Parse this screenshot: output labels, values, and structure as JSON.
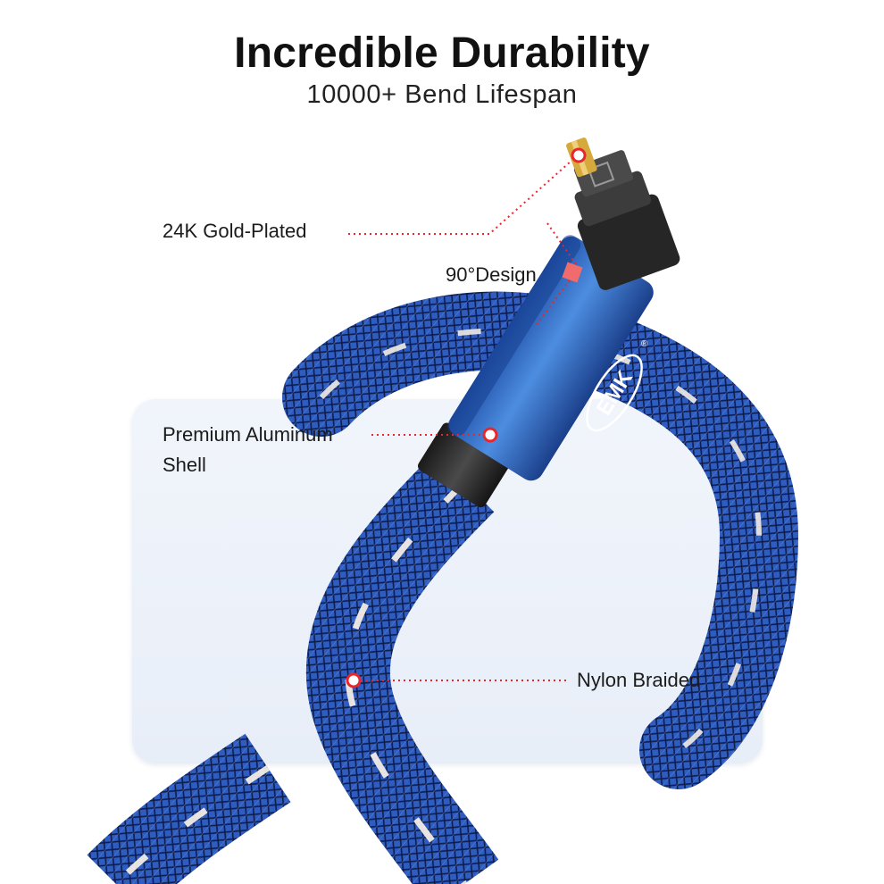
{
  "header": {
    "title": "Incredible Durability",
    "subtitle": "10000+ Bend Lifespan"
  },
  "callouts": {
    "gold_plated": "24K Gold-Plated",
    "design_90": "90°Design",
    "shell_line1": "Premium Aluminum",
    "shell_line2": "Shell",
    "nylon": "Nylon Braided"
  },
  "product": {
    "brand_logo": "EMK",
    "registered_mark": "®"
  },
  "icons": {
    "callout_dot": "callout-dot-icon",
    "angle_marker": "right-angle-icon"
  },
  "colors": {
    "cable_blue": "#2d59b8",
    "callout_red": "#e8262c",
    "panel_bg": "#edf2f9",
    "aluminum_blue": "#3f7bd4"
  }
}
